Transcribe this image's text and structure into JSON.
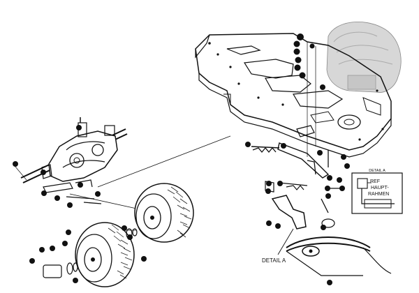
{
  "labels": {
    "detail_a_pointer": "DETAIL A",
    "detail_box_title": "DETAIL A",
    "ref_line1": "REF",
    "ref_line2": "HAUPT-",
    "ref_line3": "RAHMEN"
  },
  "colors": {
    "ink": "#111111",
    "paper": "#ffffff",
    "engine_shade": "#b9b9b9"
  },
  "icons": {
    "callout": "filled-circle-callout",
    "leader": "leader-line"
  }
}
